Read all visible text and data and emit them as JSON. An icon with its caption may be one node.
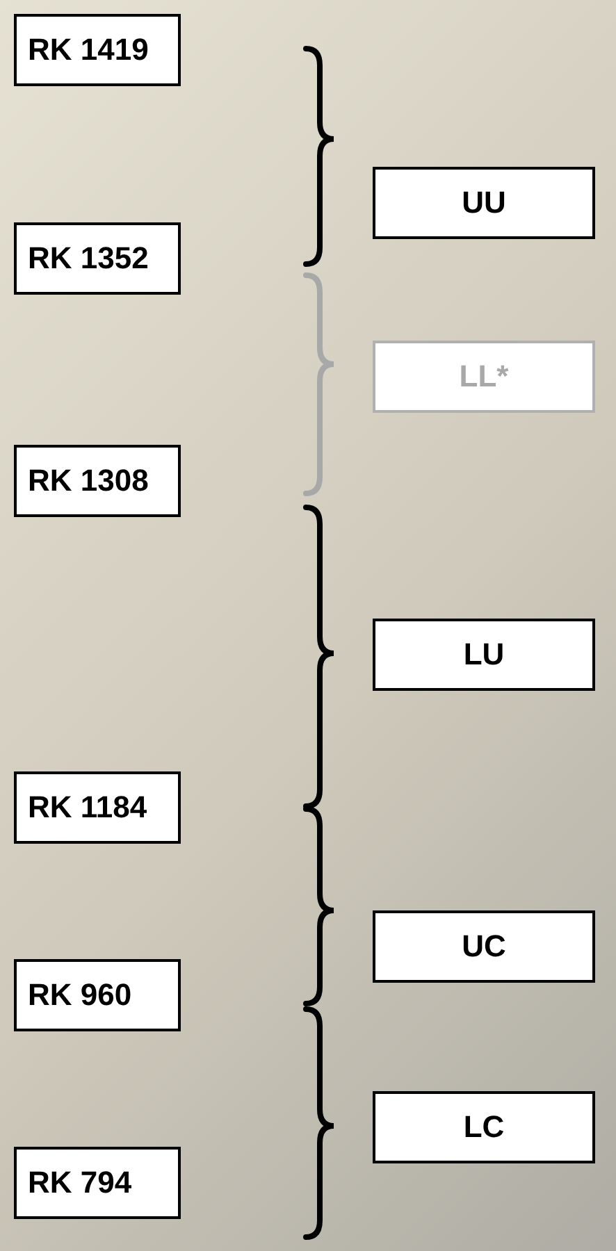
{
  "diagram": {
    "nodes": [
      {
        "text": [
          "RK 1419"
        ]
      },
      {
        "text": [
          "UU"
        ]
      },
      {
        "text": [
          "RK 1352"
        ]
      },
      {
        "text": [
          "LL*"
        ]
      },
      {
        "text": [
          "RK 1308"
        ]
      },
      {
        "text": [
          "LU"
        ]
      },
      {
        "text": [
          "RK 1184"
        ]
      },
      {
        "text": [
          "UC"
        ]
      },
      {
        "text": [
          "RK 960"
        ]
      },
      {
        "text": [
          "LC"
        ]
      },
      {
        "text": [
          "RK 794"
        ]
      }
    ]
  }
}
